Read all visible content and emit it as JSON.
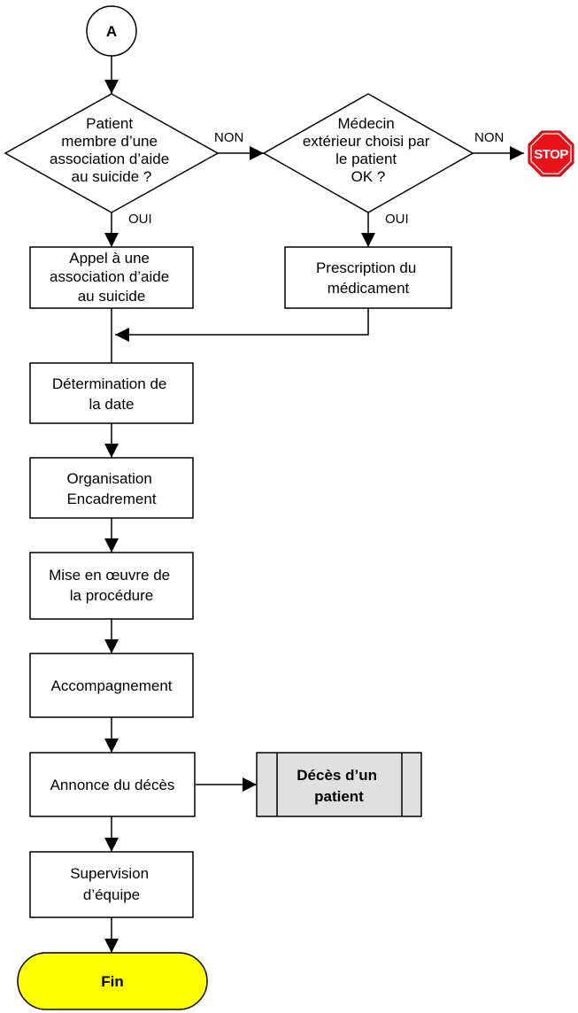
{
  "start": {
    "label": "A"
  },
  "decisions": {
    "membre": {
      "lines": [
        "Patient",
        "membre d’une",
        "association d’aide",
        "au suicide ?"
      ]
    },
    "medecin": {
      "lines": [
        "Médecin",
        "extérieur choisi par",
        "le patient",
        "OK ?"
      ]
    }
  },
  "edge_labels": {
    "membre_non": "NON",
    "membre_oui": "OUI",
    "medecin_non": "NON",
    "medecin_oui": "OUI"
  },
  "stop": {
    "label": "STOP",
    "color": "#e8131b"
  },
  "processes": {
    "appel": {
      "lines": [
        "Appel à une",
        "association d’aide",
        "au suicide"
      ]
    },
    "prescription": {
      "lines": [
        "Prescription du",
        "médicament"
      ]
    },
    "date": {
      "lines": [
        "Détermination de",
        "la date"
      ]
    },
    "organisation": {
      "lines": [
        "Organisation",
        "Encadrement"
      ]
    },
    "procedure": {
      "lines": [
        "Mise en œuvre de",
        "la procédure"
      ]
    },
    "accompagnement": {
      "lines": [
        "Accompagnement"
      ]
    },
    "annonce": {
      "lines": [
        "Annonce du décès"
      ]
    },
    "supervision": {
      "lines": [
        "Supervision",
        "d’équipe"
      ]
    }
  },
  "subprocess": {
    "lines": [
      "Décès d’un",
      "patient"
    ],
    "fill": "#e0e0e0"
  },
  "end": {
    "label": "Fin",
    "fill": "#ffff00"
  }
}
